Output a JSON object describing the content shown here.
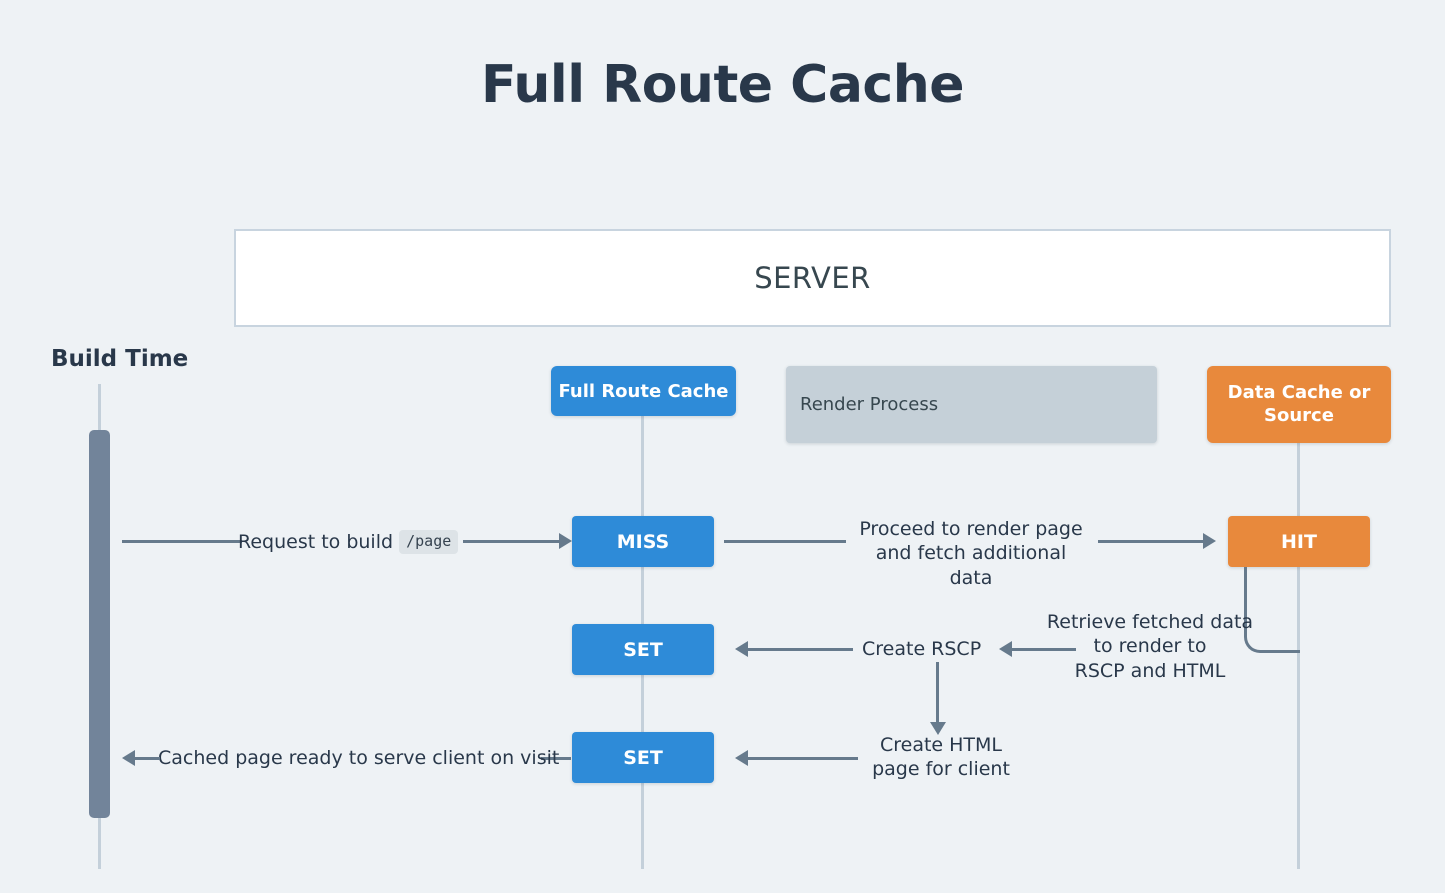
{
  "page": {
    "title": "Full Route Cache",
    "background_color": "#eef2f5"
  },
  "colors": {
    "title_text": "#29384a",
    "cache_blue": "#2e8bd8",
    "data_orange": "#e8893c",
    "render_gray": "#c5d0d8",
    "activation_gray": "#72849a",
    "lifeline": "#c4d0da",
    "arrow": "#667a8c",
    "server_border": "#c8d4df"
  },
  "server": {
    "label": "SERVER"
  },
  "actors": {
    "build_time": "Build Time",
    "full_route_cache": "Full Route Cache",
    "render_process": "Render Process",
    "data_cache_or_source": "Data Cache or\nSource",
    "data_cache_line1": "Data Cache or",
    "data_cache_line2": "Source"
  },
  "states": {
    "miss": "MISS",
    "hit": "HIT",
    "set_rscp": "SET",
    "set_html": "SET"
  },
  "messages": {
    "request_build_prefix": "Request to build",
    "request_build_code": "/page",
    "proceed_render_line1": "Proceed to render page",
    "proceed_render_line2": "and fetch additional data",
    "create_rscp": "Create RSCP",
    "retrieve_line1": "Retrieve fetched data",
    "retrieve_line2": "to render to",
    "retrieve_line3": "RSCP and HTML",
    "cached_page": "Cached page ready to serve client on visit",
    "create_html_line1": "Create HTML",
    "create_html_line2": "page for client"
  }
}
